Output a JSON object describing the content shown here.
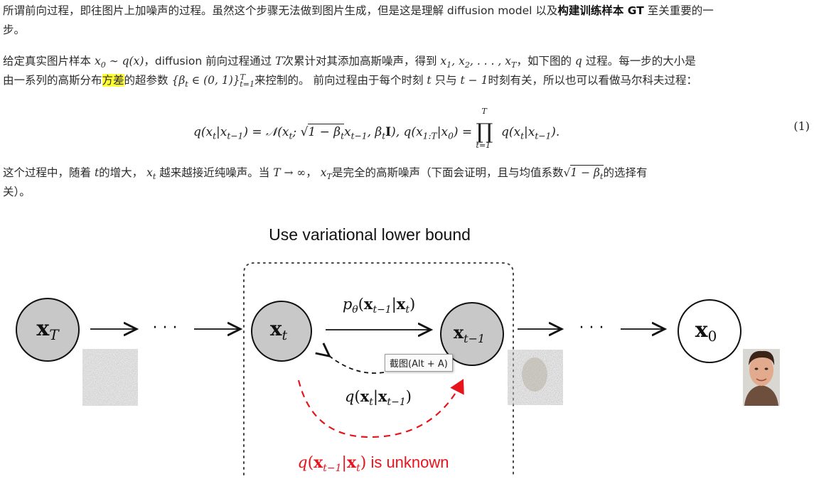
{
  "para1": {
    "line1_a": "所谓前向过程，即往图片上加噪声的过程。虽然这个步骤无法做到图片生成，但是这是理解 diffusion model 以及",
    "line1_bold": "构建训练样本 GT",
    "line1_b": " 至关重要的一",
    "line2": "步。"
  },
  "para2": {
    "s1": "给定真实图片样本 ",
    "s2": "，diffusion 前向过程通过 ",
    "s3": "次累计对其添加高斯噪声，得到 ",
    "s4": "，如下图的 ",
    "s5": " 过程。每一步的大小是",
    "s6": "由一系列的高斯分布",
    "highlight": "方差",
    "s7": "的超参数 ",
    "s8": "来控制的。 前向过程由于每个时刻 ",
    "s9": " 只与 ",
    "s10": "时刻有关，所以也可以看做马尔科夫过程："
  },
  "equation": {
    "number": "(1)"
  },
  "para3": {
    "s1": "这个过程中，随着 ",
    "s2": "的增大， ",
    "s3": " 越来越接近纯噪声。当 ",
    "s4": "， ",
    "s5": "是完全的高斯噪声（下面会证明，且与均值系数",
    "s6": "的选择有",
    "line2": "关）。"
  },
  "figure": {
    "title": "Use variational lower bound",
    "unknown_suffix": " is unknown",
    "red_color": "#e8141b",
    "node_fill_gray": "#c8c8c8"
  },
  "tooltip": {
    "text": "截图(Alt + A)"
  }
}
